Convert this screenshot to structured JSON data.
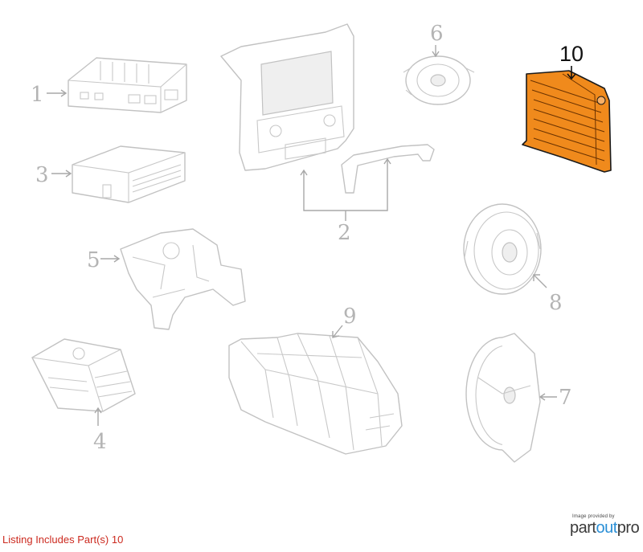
{
  "diagram": {
    "callouts": [
      "1",
      "2",
      "3",
      "4",
      "5",
      "6",
      "7",
      "8",
      "9",
      "10"
    ],
    "highlighted_part": "10",
    "highlight_color": "#f08a1c"
  },
  "footer": {
    "listing_text": "Listing Includes Part(s) 10",
    "listing_color": "#cc2a1f",
    "credit_small": "Image provided by",
    "brand_part1": "part",
    "brand_accent": "out",
    "brand_part2": "pro",
    "brand_accent_color": "#2a8fd6"
  }
}
